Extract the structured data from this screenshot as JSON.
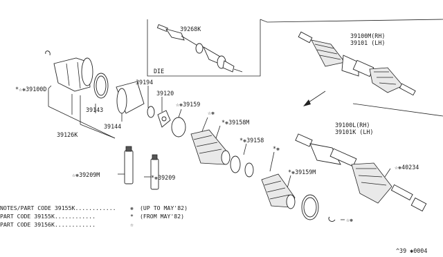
{
  "labels": {
    "l39268k": "39268K",
    "die": "DIE",
    "l39100m": "39100M(RH)",
    "l39101": "39101  (LH)",
    "l39100d": "*☆❋39100D",
    "l39194": "39194",
    "l39120": "39120",
    "l39143": "39143",
    "l39144": "39144",
    "l39126k": "39126K",
    "l39159": "☆❋39159",
    "l39155": "☆❋",
    "l39158m": "*❋39158M",
    "l39158": "*❋39158",
    "l39157": "*❋",
    "l39159m": "*❋39159M",
    "l39209m": "☆❋39209M",
    "l39209": "*❋39209",
    "l39100l": "39100L(RH)",
    "l39101k": "39101K (LH)",
    "l40234": "☆❋40234",
    "l_clip": "☆❋",
    "corner_code": "^39 ✱0004"
  },
  "notes": [
    {
      "text": "NOTES/PART CODE 39155K............",
      "symbol": "❋",
      "desc": "(UP TO MAY'82)"
    },
    {
      "text": "     PART CODE 39155K............",
      "symbol": "*",
      "desc": "(FROM MAY'82)"
    },
    {
      "text": "     PART CODE 39156K............",
      "symbol": "☆",
      "desc": ""
    }
  ]
}
